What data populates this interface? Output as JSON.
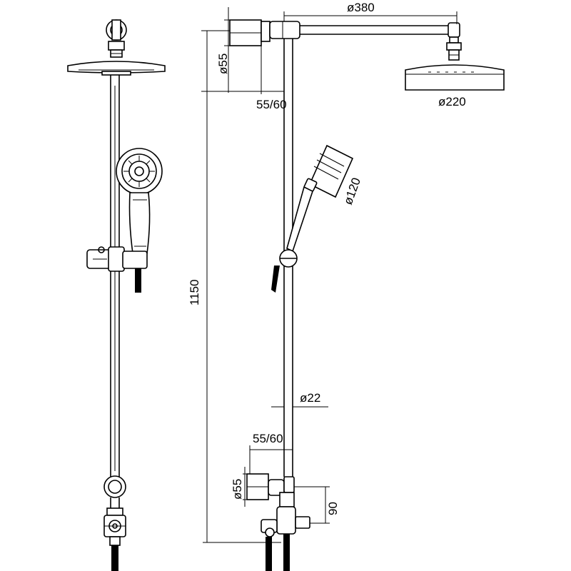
{
  "dimensions": {
    "arm_diameter": "ø380",
    "wall_bracket_top_diameter": "ø55",
    "wall_bracket_top_offset": "55/60",
    "head_diameter": "ø220",
    "handshower_diameter": "ø120",
    "total_height": "1150",
    "rail_diameter": "ø22",
    "wall_bracket_bottom_offset": "55/60",
    "wall_bracket_bottom_diameter": "ø55",
    "outlet_height": "90"
  },
  "colors": {
    "line": "#000000",
    "background": "#ffffff"
  }
}
